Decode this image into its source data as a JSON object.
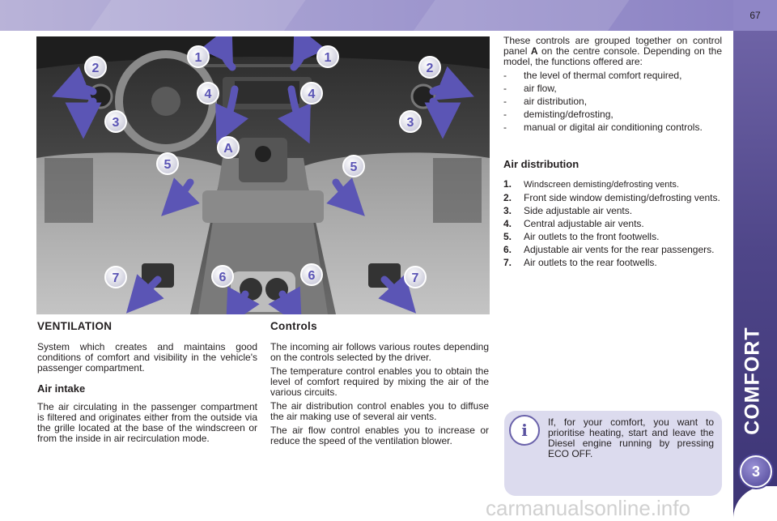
{
  "page": {
    "number": "67",
    "chapter_title": "COMFORT",
    "chapter_number": "3"
  },
  "figure": {
    "labels": [
      "1",
      "1",
      "2",
      "2",
      "3",
      "3",
      "4",
      "4",
      "A",
      "5",
      "5",
      "6",
      "6",
      "7",
      "7"
    ]
  },
  "left_column": {
    "heading": "VENTILATION",
    "intro": "System which creates and maintains good conditions of comfort and visibility in the vehicle's passenger compartment.",
    "air_intake_heading": "Air intake",
    "air_intake_text": "The air circulating in the passenger compartment is filtered and originates either from the outside via the grille located at the base of the windscreen or from the inside in air recirculation mode."
  },
  "middle_column": {
    "heading": "Controls",
    "paragraphs": [
      "The incoming air follows various routes depending on the controls selected by the driver.",
      "The temperature control enables you to obtain the level of comfort required by mixing the air of the various circuits.",
      "The air distribution control enables you to diffuse the air making use of several air vents.",
      "The air flow control enables you to increase or reduce the speed of the ventilation blower."
    ]
  },
  "right_column": {
    "intro_before": "These controls are grouped together on control panel",
    "intro_bold": "A",
    "intro_after": "on the centre console. Depending on the model, the functions offered are:",
    "functions": [
      "the level of thermal comfort required,",
      "air flow,",
      "air distribution,",
      "demisting/defrosting,",
      "manual or digital air conditioning controls."
    ],
    "distribution_heading": "Air distribution",
    "distribution_items": [
      {
        "num": "1.",
        "text": "Windscreen demisting/defrosting vents."
      },
      {
        "num": "2.",
        "text": "Front side window demisting/defrosting vents."
      },
      {
        "num": "3.",
        "text": "Side adjustable air vents."
      },
      {
        "num": "4.",
        "text": "Central adjustable air vents."
      },
      {
        "num": "5.",
        "text": "Air outlets to the front footwells."
      },
      {
        "num": "6.",
        "text": "Adjustable air vents for the rear passengers."
      },
      {
        "num": "7.",
        "text": "Air outlets to the rear footwells."
      }
    ]
  },
  "info": {
    "icon": "info-icon",
    "text": "If, for your comfort, you want to prioritise heating, start and leave the Diesel engine running by pressing ECO OFF."
  },
  "watermark": "carmanualsonline.info",
  "colors": {
    "accent": "#5a52a0",
    "sidebar": "#4f4689",
    "arrow": "#5b55b5",
    "infobox": "#dcdbee"
  }
}
